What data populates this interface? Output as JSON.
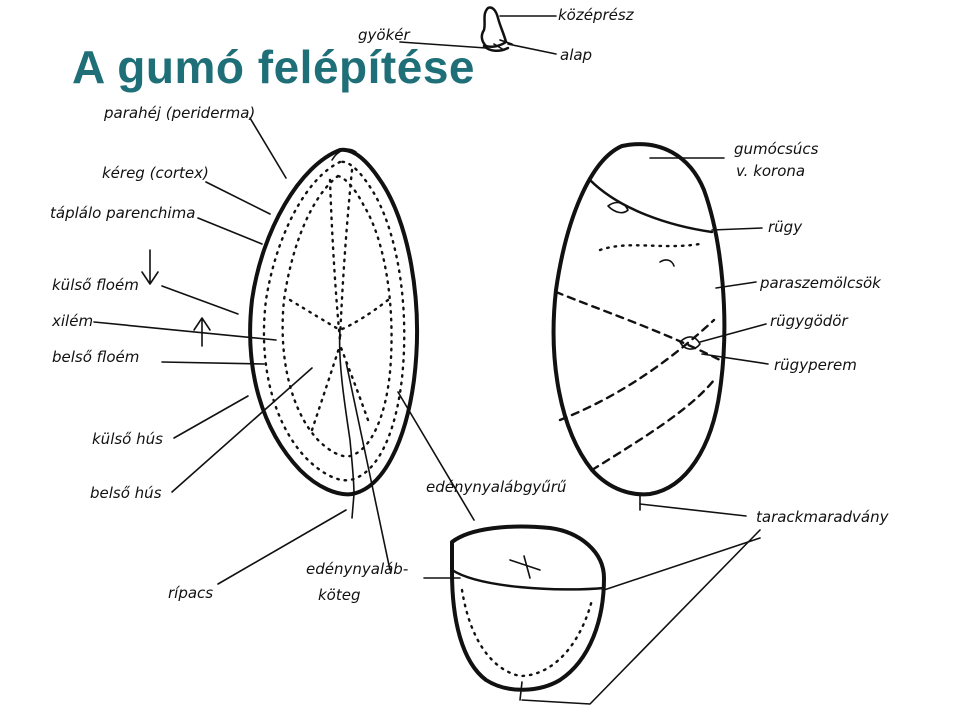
{
  "title": "A gumó felépítése",
  "colors": {
    "title": "#1f6f78",
    "ink": "#111111"
  },
  "labels": {
    "gyoker": "gyökér",
    "kozepresz": "középrész",
    "alap": "alap",
    "parahej": "parahéj (periderma)",
    "kereg": "kéreg (cortex)",
    "taplalo": "táplálo parenchima",
    "kulso_floem": "külső floém",
    "xilem": "xilém",
    "belso_floem": "belső floém",
    "kulso_hus": "külső hús",
    "belso_hus": "belső hús",
    "ripacs": "rípacs",
    "edenynyalab_1": "edénynyaláb-",
    "edenynyalab_2": "köteg",
    "edenynyalabgyuru": "edénynyalábgyűrű",
    "gumocsucs_1": "gumócsúcs",
    "gumocsucs_2": "v. korona",
    "rugy": "rügy",
    "paraszemolcsok": "paraszemölcsök",
    "rugygodor": "rügygödör",
    "rugyperem": "rügyperem",
    "tarackmaradvany": "tarackmaradvány"
  }
}
